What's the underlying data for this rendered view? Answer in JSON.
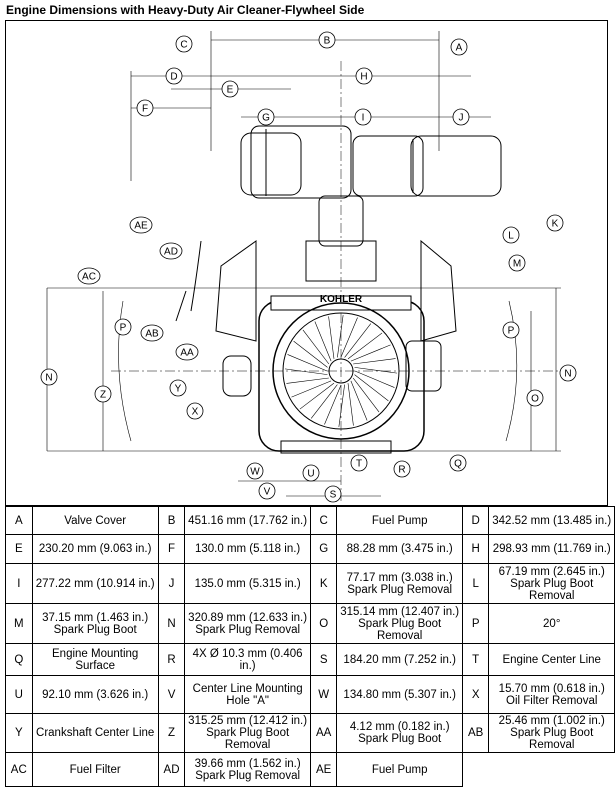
{
  "title": "Engine Dimensions with Heavy-Duty Air Cleaner-Flywheel Side",
  "drawing": {
    "brand": "KOHLER",
    "callouts": [
      "A",
      "B",
      "C",
      "D",
      "E",
      "F",
      "G",
      "H",
      "I",
      "J",
      "K",
      "L",
      "M",
      "N",
      "O",
      "P",
      "Q",
      "R",
      "S",
      "T",
      "U",
      "V",
      "W",
      "X",
      "Y",
      "Z",
      "AA",
      "AB",
      "AC",
      "AD",
      "AE"
    ]
  },
  "rows": [
    [
      [
        "A",
        "Valve Cover"
      ],
      [
        "B",
        "451.16 mm (17.762 in.)"
      ],
      [
        "C",
        "Fuel Pump"
      ],
      [
        "D",
        "342.52 mm (13.485 in.)"
      ]
    ],
    [
      [
        "E",
        "230.20 mm (9.063 in.)"
      ],
      [
        "F",
        "130.0 mm (5.118 in.)"
      ],
      [
        "G",
        "88.28 mm (3.475 in.)"
      ],
      [
        "H",
        "298.93 mm (11.769 in.)"
      ]
    ],
    [
      [
        "I",
        "277.22 mm (10.914 in.)"
      ],
      [
        "J",
        "135.0 mm (5.315 in.)"
      ],
      [
        "K",
        "77.17 mm (3.038 in.) Spark Plug Removal"
      ],
      [
        "L",
        "67.19 mm (2.645 in.) Spark Plug Boot Removal"
      ]
    ],
    [
      [
        "M",
        "37.15 mm (1.463 in.) Spark Plug Boot"
      ],
      [
        "N",
        "320.89 mm (12.633 in.) Spark Plug Removal"
      ],
      [
        "O",
        "315.14 mm (12.407 in.) Spark Plug Boot Removal"
      ],
      [
        "P",
        "20°"
      ]
    ],
    [
      [
        "Q",
        "Engine Mounting Surface"
      ],
      [
        "R",
        "4X Ø 10.3 mm (0.406 in.)"
      ],
      [
        "S",
        "184.20 mm (7.252 in.)"
      ],
      [
        "T",
        "Engine Center Line"
      ]
    ],
    [
      [
        "U",
        "92.10 mm (3.626 in.)"
      ],
      [
        "V",
        "Center Line Mounting Hole \"A\""
      ],
      [
        "W",
        "134.80 mm (5.307 in.)"
      ],
      [
        "X",
        "15.70 mm (0.618 in.) Oil Filter Removal"
      ]
    ],
    [
      [
        "Y",
        "Crankshaft Center Line"
      ],
      [
        "Z",
        "315.25 mm (12.412 in.) Spark Plug Boot Removal"
      ],
      [
        "AA",
        "4.12 mm (0.182 in.) Spark Plug Boot"
      ],
      [
        "AB",
        "25.46 mm (1.002 in.) Spark Plug Boot Removal"
      ]
    ],
    [
      [
        "AC",
        "Fuel Filter"
      ],
      [
        "AD",
        "39.66 mm (1.562 in.) Spark Plug Removal"
      ],
      [
        "AE",
        "Fuel Pump"
      ]
    ]
  ]
}
